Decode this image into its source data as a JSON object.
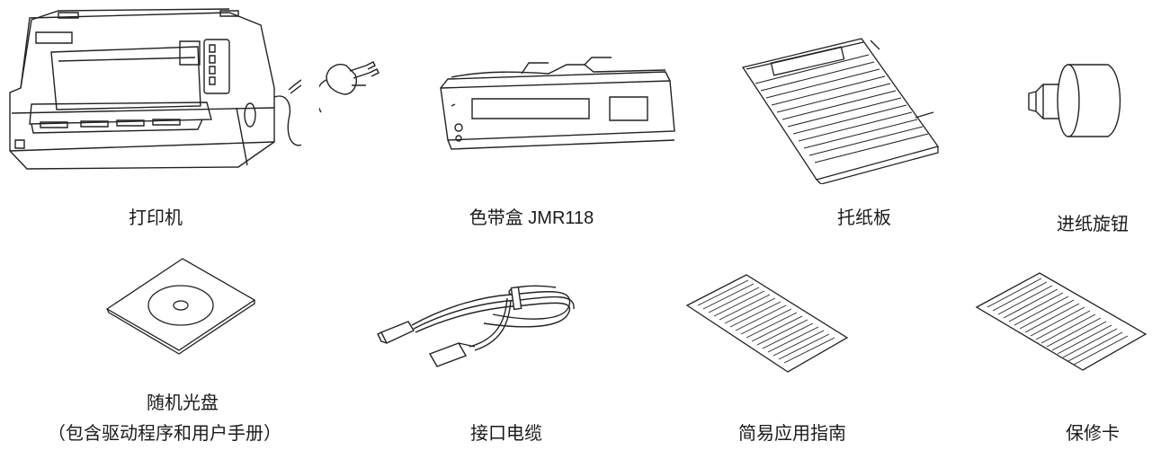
{
  "items": {
    "printer": {
      "label": "打印机",
      "icon": "dot-matrix-printer-icon"
    },
    "ribbon": {
      "label": "色带盒  JMR118",
      "icon": "ribbon-cartridge-icon"
    },
    "paper_tray": {
      "label": "托纸板",
      "icon": "paper-support-tray-icon"
    },
    "feed_knob": {
      "label": "进纸旋钮",
      "icon": "paper-feed-knob-icon"
    },
    "cd": {
      "label": "随机光盘",
      "sublabel": "（包含驱动程序和用户手册）",
      "icon": "cd-disc-icon"
    },
    "cable": {
      "label": "接口电缆",
      "icon": "usb-cable-icon"
    },
    "guide": {
      "label": "简易应用指南",
      "icon": "quick-guide-sheet-icon"
    },
    "warranty": {
      "label": "保修卡",
      "icon": "warranty-card-icon"
    }
  }
}
